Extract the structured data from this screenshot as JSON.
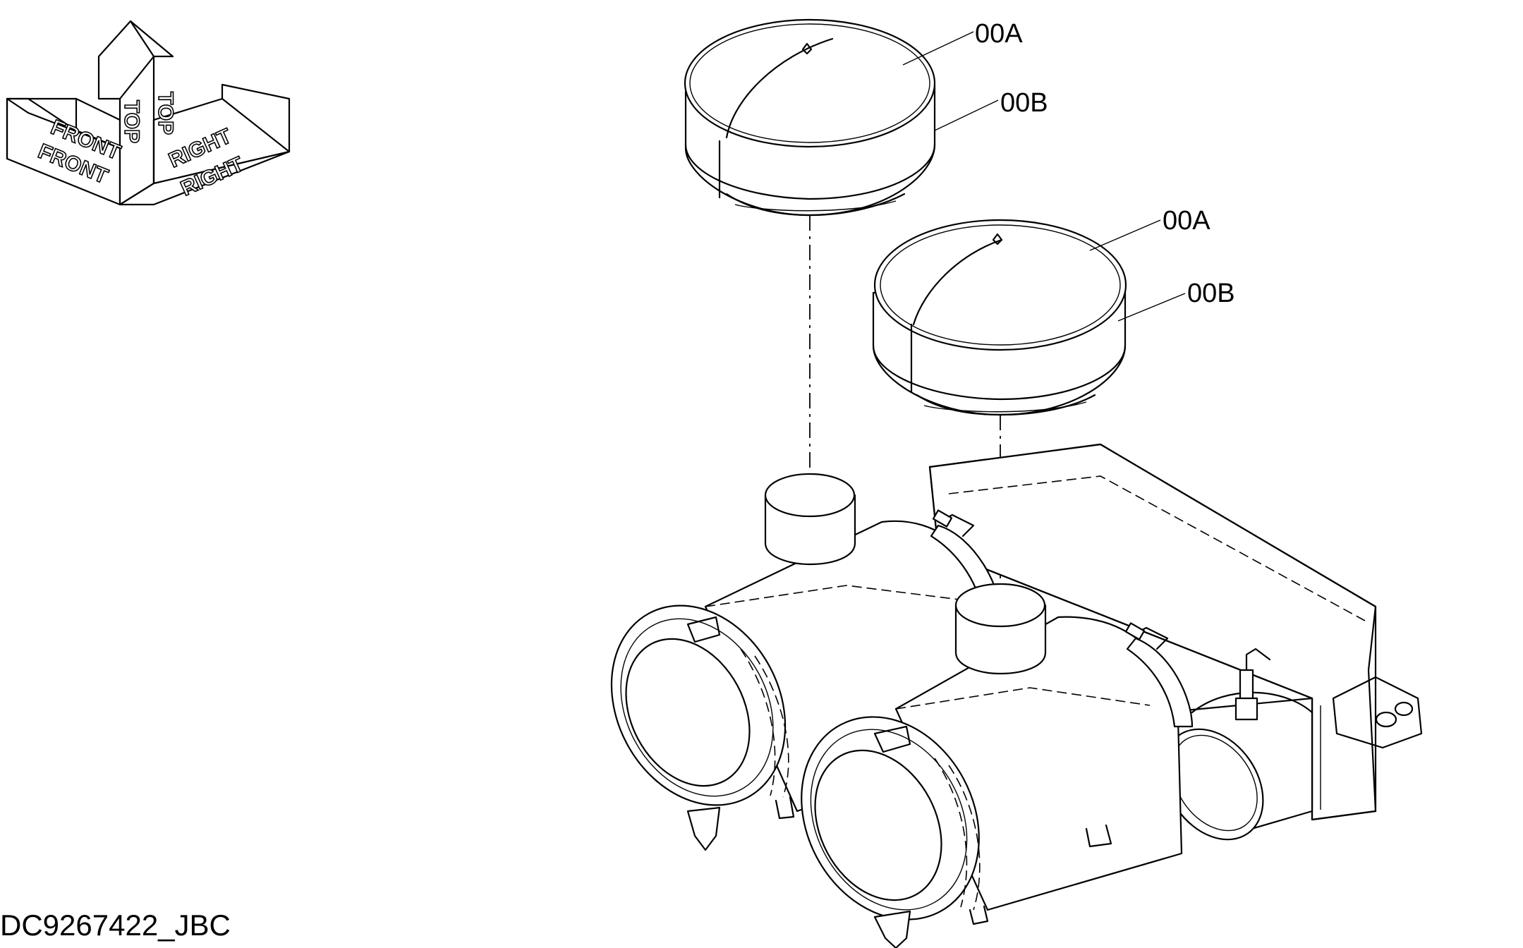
{
  "orientation": {
    "front": "FRONT",
    "top": "TOP",
    "right": "RIGHT"
  },
  "callouts": {
    "upper_cap_a": "00A",
    "upper_cap_b": "00B",
    "lower_cap_a": "00A",
    "lower_cap_b": "00B"
  },
  "drawing_id": "DC9267422_JBC"
}
